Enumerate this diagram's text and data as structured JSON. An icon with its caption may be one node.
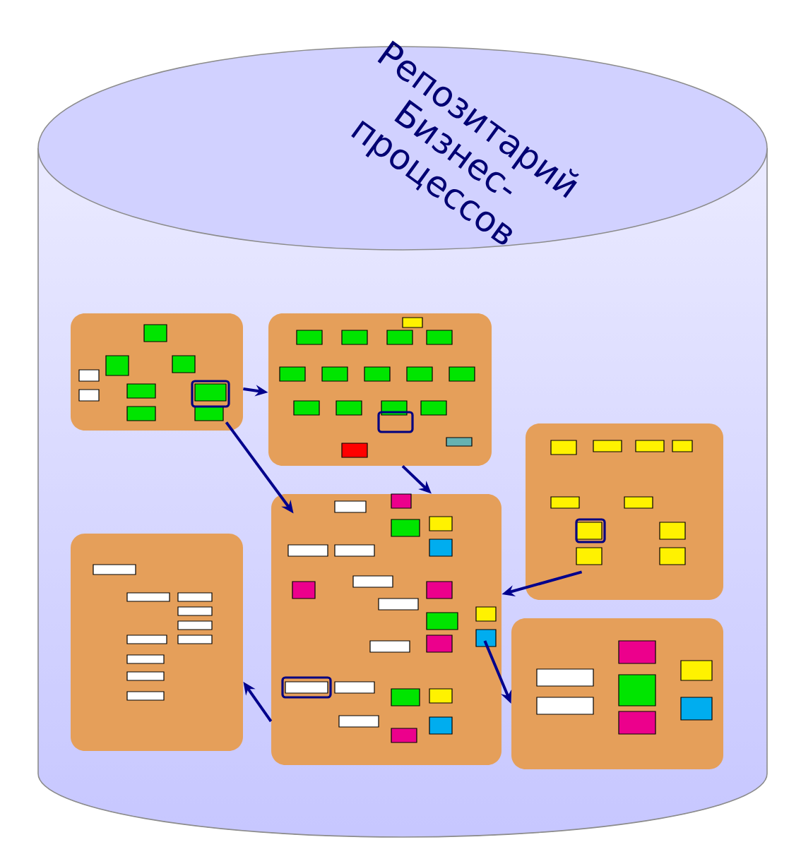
{
  "diagram": {
    "nodes": [
      {
        "text": [
          "Репозитарий Бизнес-процессов"
        ]
      },
      {
        "text": [],
        "shape": "picture",
        "in": 0
      },
      {
        "text": [],
        "shape": "picture",
        "in": 0
      },
      {
        "text": [],
        "shape": "picture",
        "in": 0
      },
      {
        "text": [],
        "shape": "picture",
        "in": 0
      },
      {
        "text": [],
        "shape": "picture",
        "in": 0
      },
      {
        "text": [],
        "shape": "picture",
        "in": 0
      }
    ],
    "edges": [
      {
        "from": 1,
        "to": 2,
        "arrow": "to"
      },
      {
        "from": 1,
        "to": 4,
        "arrow": "to"
      },
      {
        "from": 2,
        "to": 4,
        "arrow": "to"
      },
      {
        "from": 3,
        "to": 4,
        "arrow": "to"
      },
      {
        "from": 4,
        "to": 6,
        "arrow": "to"
      },
      {
        "from": 4,
        "to": 5,
        "arrow": "to"
      }
    ]
  }
}
